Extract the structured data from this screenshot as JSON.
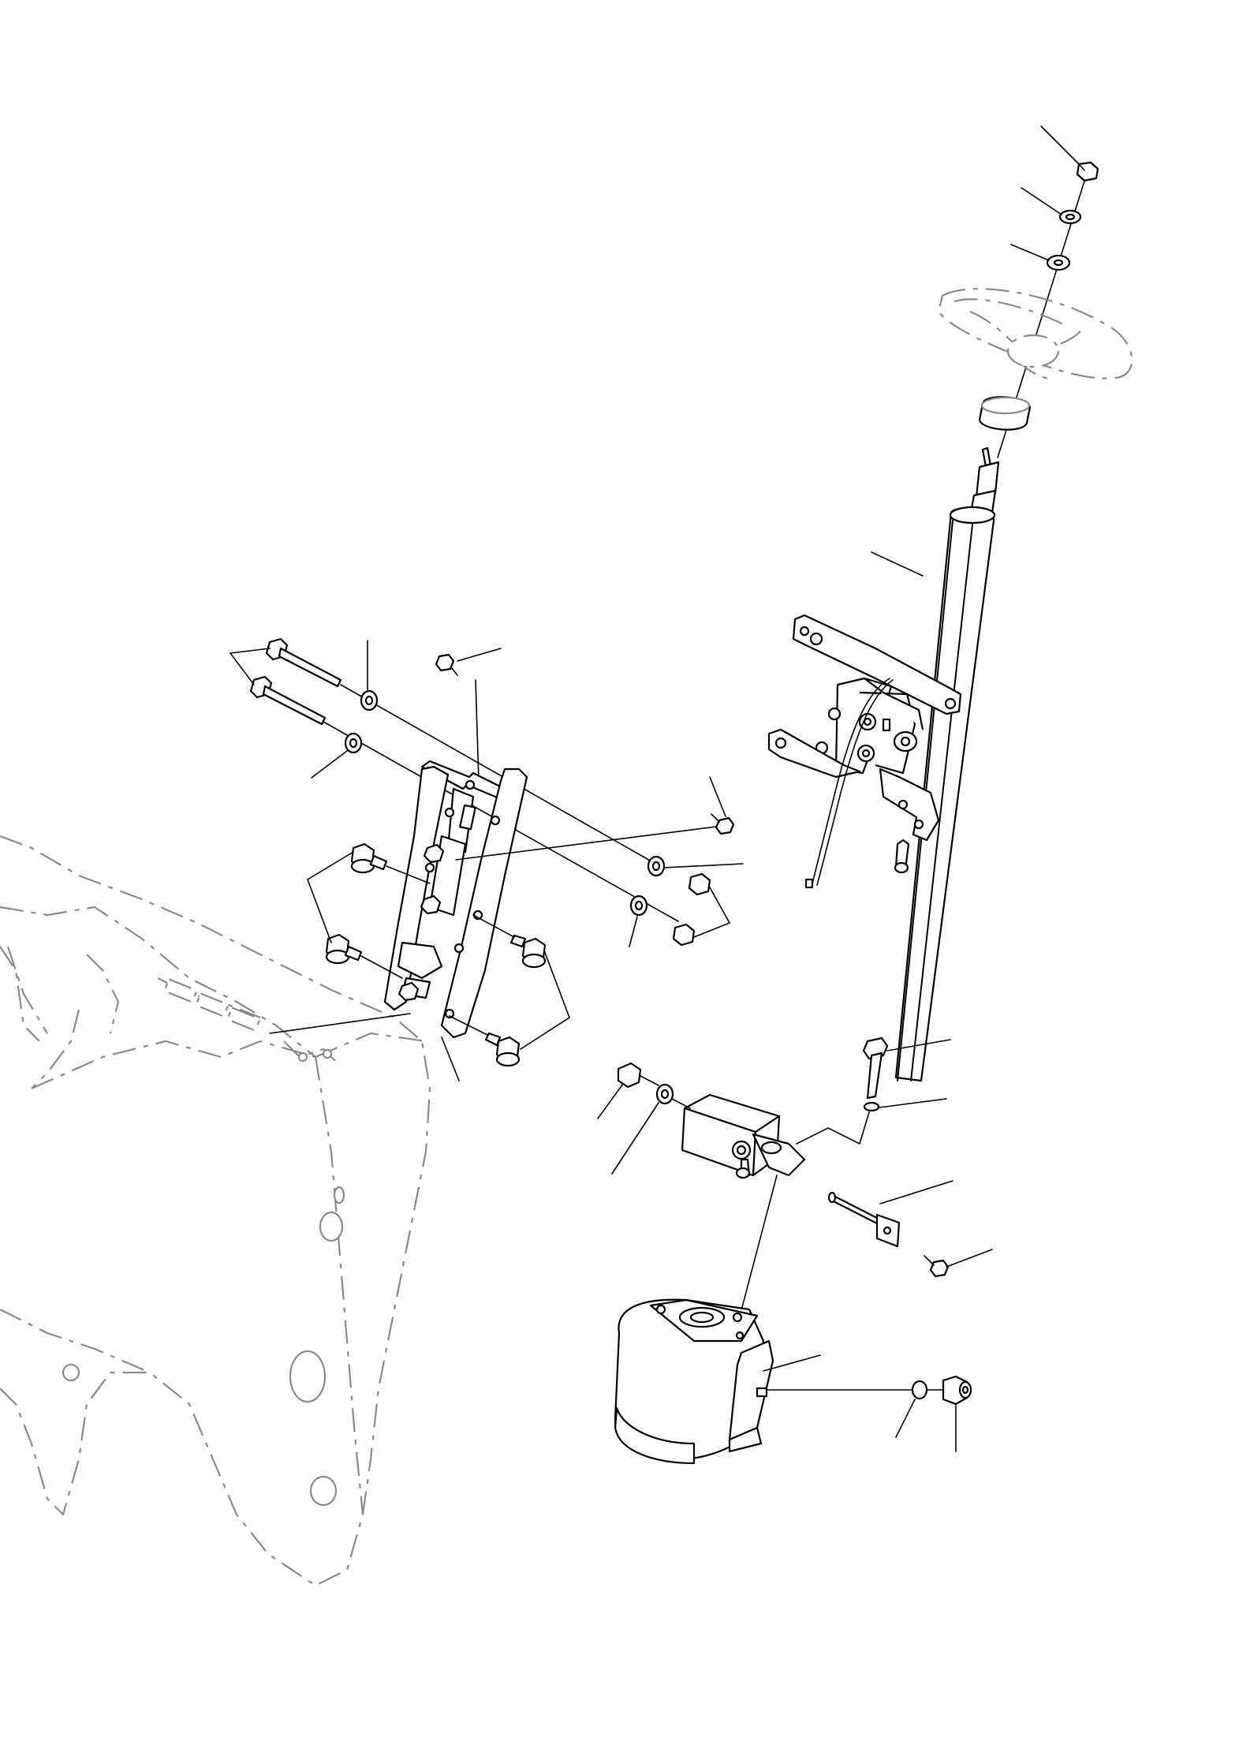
{
  "diagram": {
    "type": "exploded-parts-diagram",
    "colors": {
      "line": "#000000",
      "phantom": "#8a8a8a",
      "background": "#ffffff"
    },
    "components": [
      "steering-wheel-phantom",
      "steering-column-tube",
      "column-support-bracket",
      "mounting-frame",
      "tractor-chassis-phantom",
      "hydraulic-steering-unit",
      "fasteners"
    ]
  }
}
